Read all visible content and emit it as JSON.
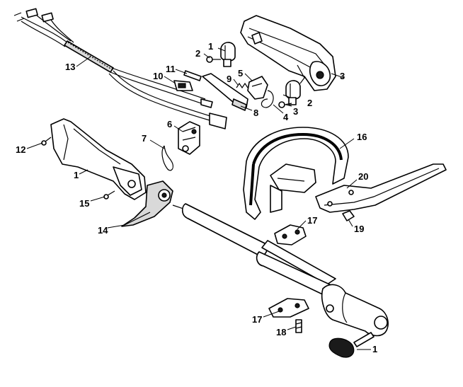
{
  "diagram": {
    "callouts": [
      "1",
      "2",
      "3",
      "13",
      "10",
      "11",
      "9",
      "5",
      "8",
      "4",
      "2",
      "3",
      "1",
      "6",
      "7",
      "12",
      "1",
      "15",
      "14",
      "16",
      "20",
      "17",
      "19",
      "17",
      "18"
    ]
  }
}
